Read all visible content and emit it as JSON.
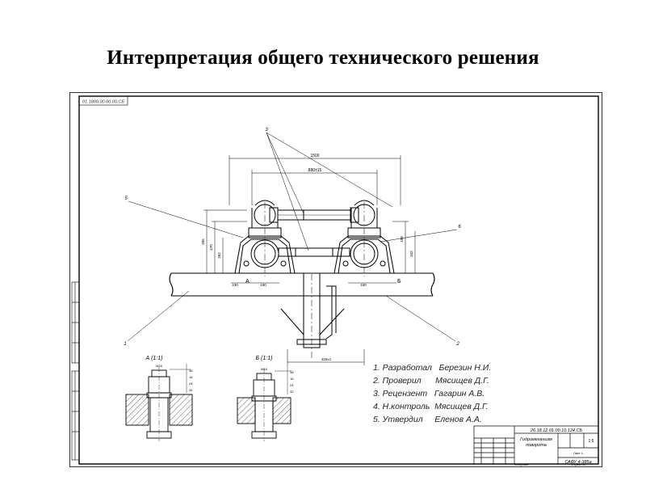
{
  "slide": {
    "title": "Интерпретация общего технического решения"
  },
  "drawing": {
    "frame_stamp_code": "01.1800.00.00.00.СБ",
    "callouts": [
      "1",
      "2",
      "3",
      "5",
      "6"
    ],
    "dims_top": [
      "1500",
      "880±15"
    ],
    "dims_side": [
      "395",
      "470",
      "262",
      "180",
      "342"
    ],
    "dims_base": [
      "430",
      "430",
      "430",
      "420±1"
    ],
    "view_labels": [
      "А",
      "Б"
    ],
    "section_a": {
      "title": "А (1:1)",
      "dims": [
        "М16",
        "38",
        "16",
        "24",
        "32"
      ]
    },
    "section_b": {
      "title": "Б (1:1)",
      "dims": [
        "М16",
        "38",
        "16",
        "24",
        "32"
      ]
    },
    "signatures": [
      "1. Разработал   Березин Н.И.",
      "2. Проверил      Мясищев Д.Г.",
      "3. Рецензент   Гагарин А.В.",
      "4. Н.контроль  Мясищев Д.Г.",
      "5. Утвердил     Еленов А.А."
    ],
    "title_block": {
      "doc_code": "26.18.12.01.00.10.124.СБ",
      "name_line1": "Гидромеханизм",
      "name_line2": "поворота",
      "org": "САФУ 4-385а",
      "scale": "1:5",
      "sheet": "Лист 1",
      "format": "Формат А3",
      "copied": "Копировал"
    }
  }
}
